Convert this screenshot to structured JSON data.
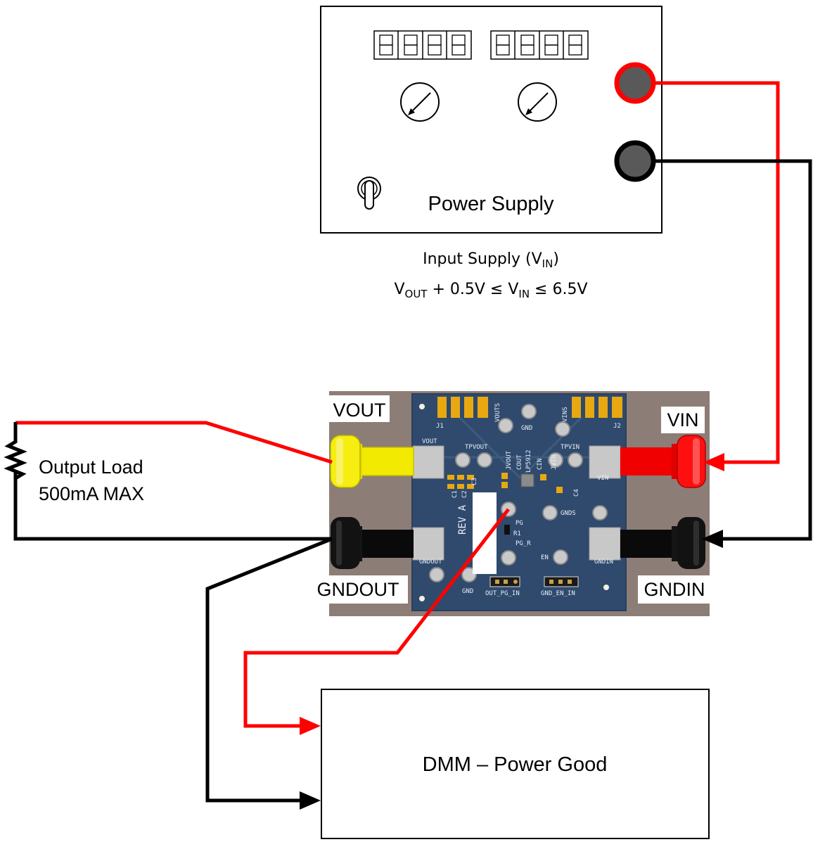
{
  "power_supply": {
    "label": "Power Supply",
    "display_left": "8888",
    "display_right": "8888"
  },
  "input_supply": {
    "line1_text": "Input Supply (V",
    "line1_sub": "IN",
    "line1_end": ")",
    "line2_v": "V",
    "line2_sub1": "OUT",
    "line2_mid": " + 0.5V ≤  V",
    "line2_sub2": "IN",
    "line2_end": " ≤   6.5V"
  },
  "connectors": {
    "vout": "VOUT",
    "vin": "VIN",
    "gndout": "GNDOUT",
    "gndin": "GNDIN"
  },
  "load": {
    "line1": "Output Load",
    "line2": "500mA MAX"
  },
  "dmm": {
    "label": "DMM – Power Good"
  },
  "pcb": {
    "j1": "J1",
    "j2": "J2",
    "vouts": "VOUTS",
    "gnd_top": "GND",
    "vins": "VINS",
    "vout_pad": "VOUT",
    "tpvout": "TPVOUT",
    "tpvin": "TPVIN",
    "vin_pad": "VIN",
    "jvout": "JVOUT",
    "cout": "COUT",
    "lp": "LP5912",
    "cin": "CIN",
    "jvin": "JVIN",
    "c1": "C1",
    "c2": "C2",
    "c3": "C3",
    "c4": "C4",
    "rev": "REV A",
    "pg": "PG",
    "r1": "R1",
    "pg_r": "PG_R",
    "gnds": "GNDS",
    "gndout_pad": "GNDOUT",
    "en": "EN",
    "gndin_pad": "GNDIN",
    "gnd_bottom": "GND",
    "out_pg_in": "OUT_PG_IN",
    "gnd_en_in": "GND_EN_IN"
  },
  "colors": {
    "red_wire": "#ff0000",
    "black_wire": "#000000",
    "pcb_blue": "#2f4a6d",
    "pcb_frame": "#8c7d76",
    "banana_yellow": "#f2ea00",
    "banana_red": "#f00000"
  }
}
